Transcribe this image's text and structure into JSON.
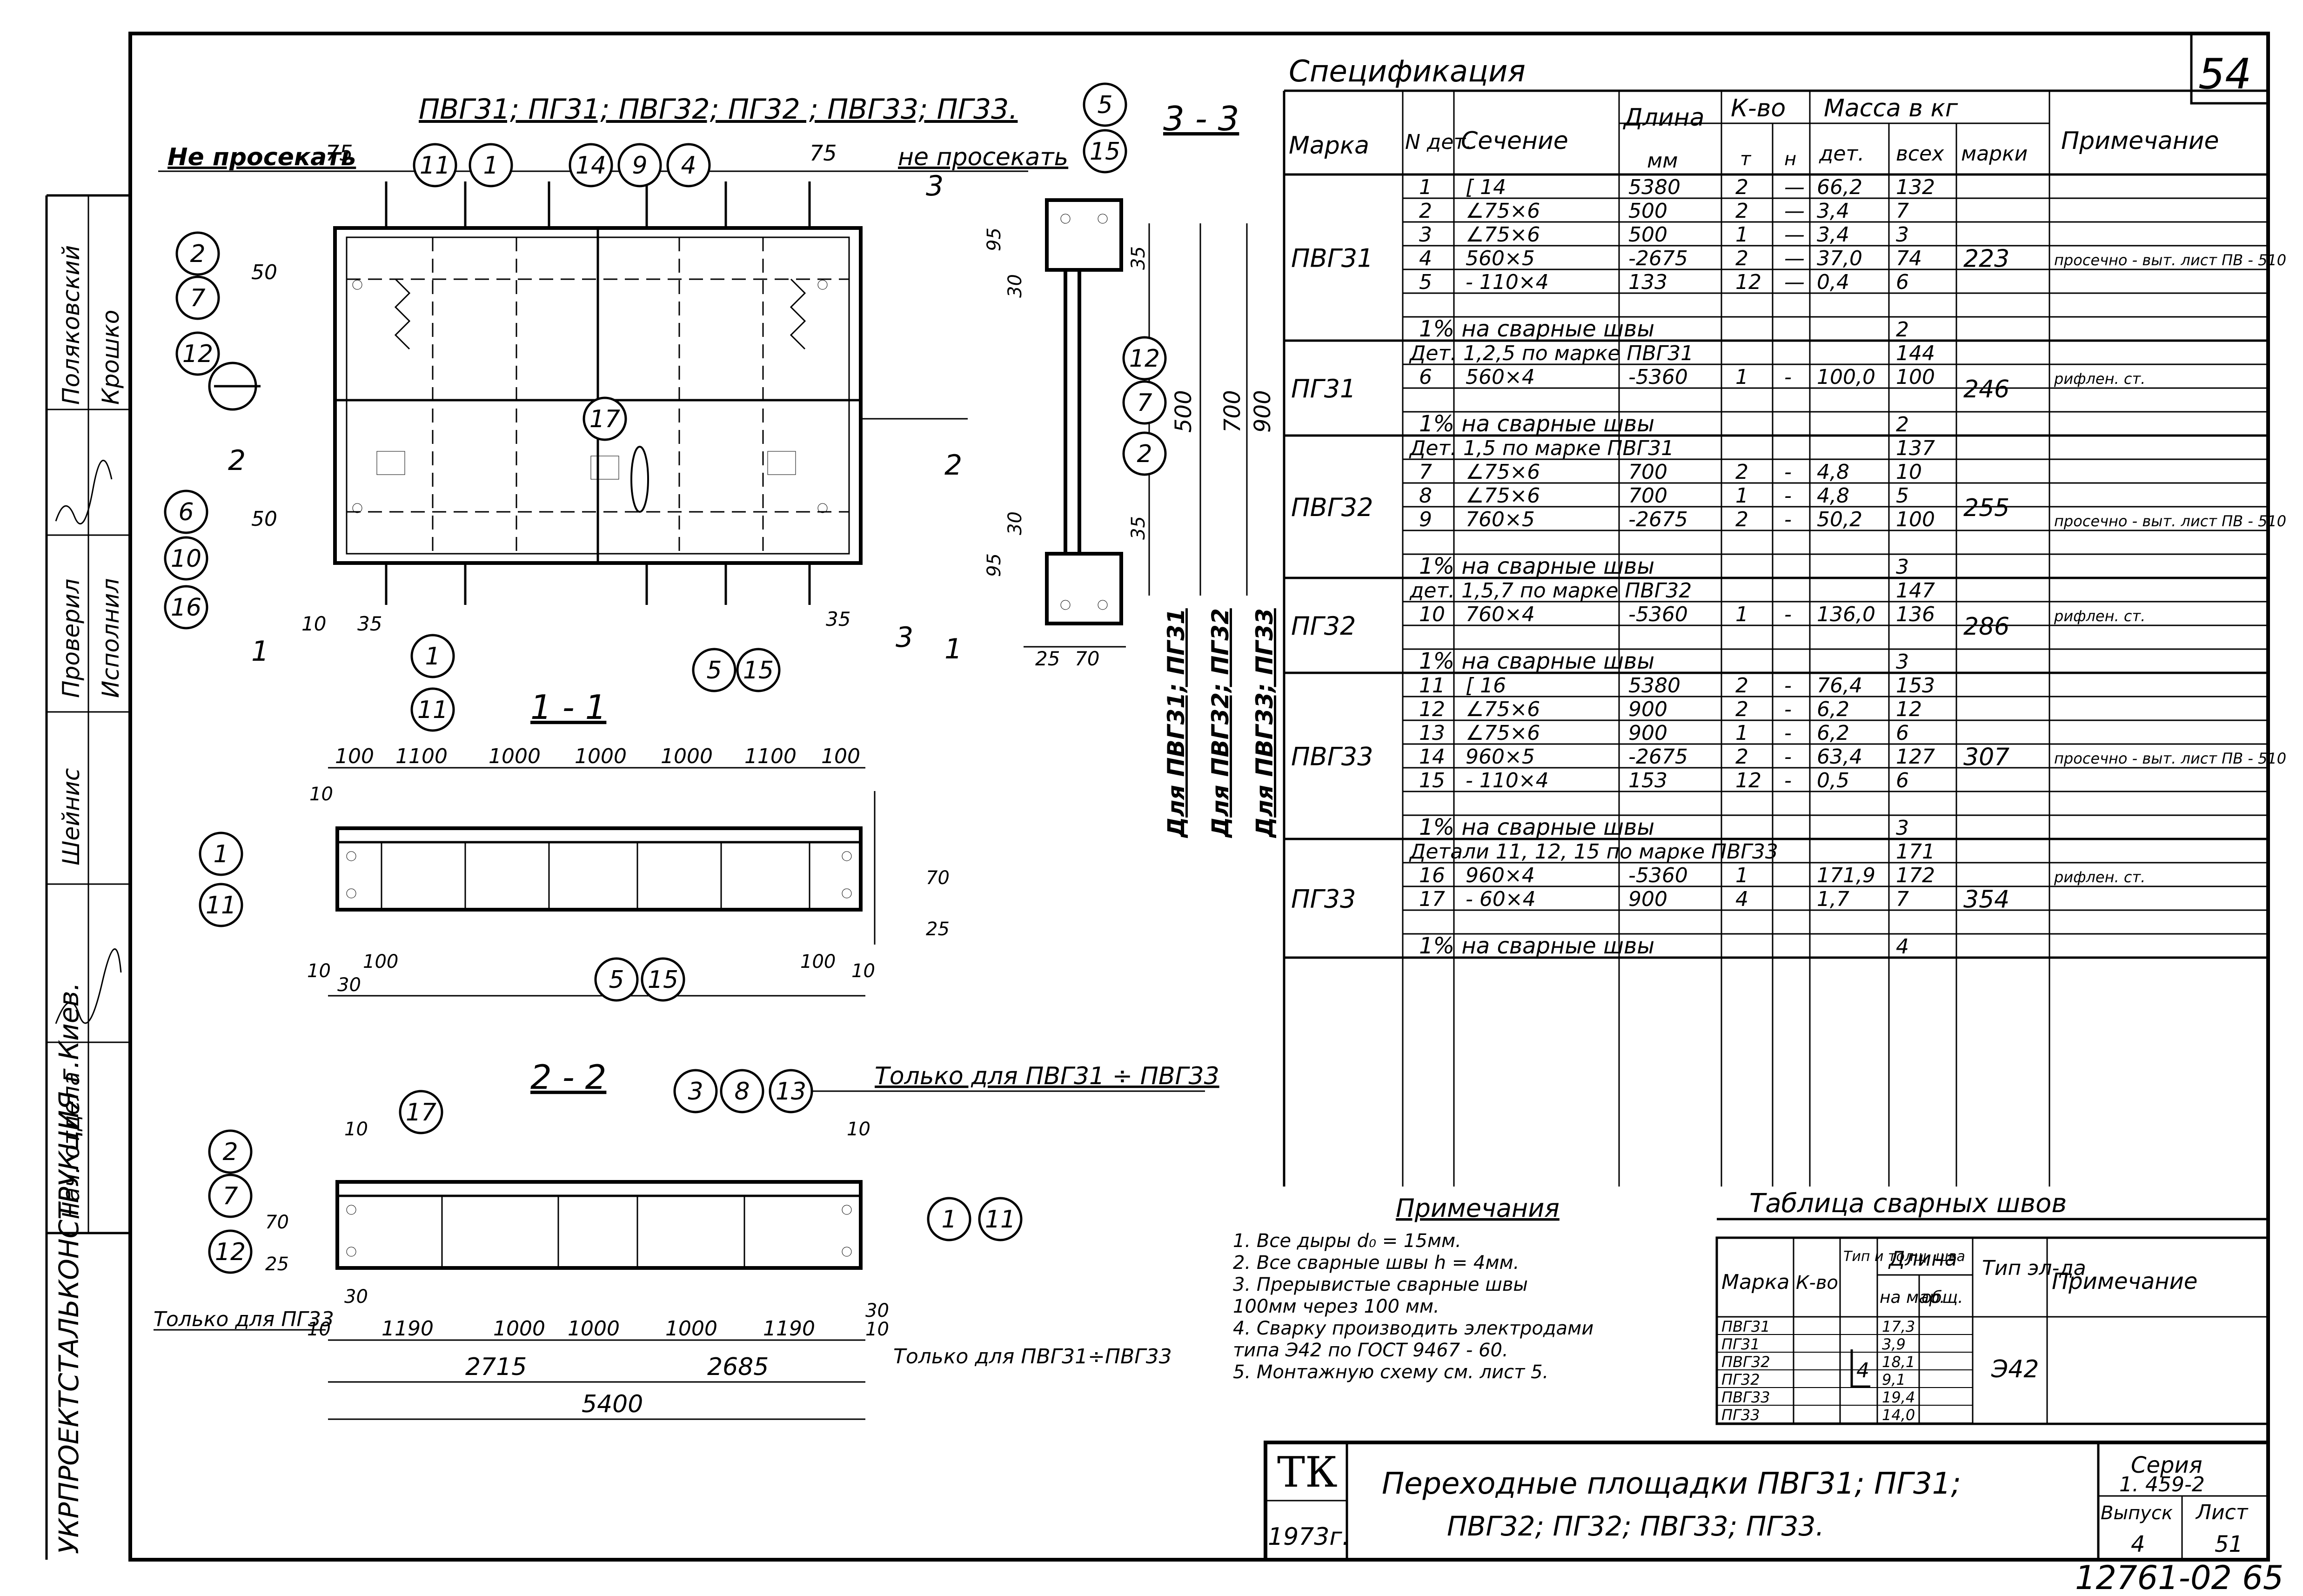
{
  "sheet_no": "54",
  "drawing": {
    "plan_title": "ПВГ31; ПГ31; ПВГ32; ПГ32 ; ПВГ33; ПГ33.",
    "no_cut_left": "Не просекать",
    "no_cut_right": "не просекать",
    "section_11": "1 - 1",
    "section_22": "2 - 2",
    "section_33": "3 - 3",
    "only_pvg_note": "Только для ПВГ31 ÷ ПВГ33",
    "only_pg33_note": "Только для ПГ33",
    "only_pvg_bottom": "Только для ПВГ31÷ПВГ33",
    "vertical_dim_labels": [
      "Для ПВГ31; ПГ31",
      "Для ПВГ32; ПГ32",
      "Для ПВГ33; ПГ33"
    ],
    "callouts": [
      "1",
      "2",
      "3",
      "4",
      "5",
      "6",
      "7",
      "8",
      "9",
      "10",
      "11",
      "12",
      "13",
      "14",
      "15",
      "16",
      "17"
    ],
    "dims_plan": [
      "75",
      "75",
      "50",
      "50",
      "10",
      "35",
      "35",
      "2",
      "2",
      "3",
      "3",
      "1",
      "1"
    ],
    "dims_11_top": [
      "100",
      "1100",
      "1000",
      "1000",
      "1000",
      "1100",
      "100"
    ],
    "dims_11_other": [
      "10",
      "10",
      "30",
      "100",
      "100",
      "70",
      "25",
      "10"
    ],
    "dims_22": [
      "10",
      "1190",
      "1000",
      "1000",
      "1000",
      "1190",
      "30",
      "2715",
      "2685",
      "5400",
      "10",
      "10",
      "30",
      "70",
      "25",
      "10"
    ],
    "dims_33": [
      "95",
      "30",
      "35",
      "500",
      "700",
      "900",
      "30",
      "35",
      "95",
      "25",
      "70"
    ]
  },
  "spec": {
    "title": "Спецификация",
    "headers": {
      "mark": "Марка",
      "det": "N дет.",
      "section": "Сечение",
      "length": "Длина",
      "length_unit": "мм",
      "qty": "К-во",
      "qty_t": "т",
      "qty_n": "н",
      "mass": "Масса в кг",
      "mass_det": "дет.",
      "mass_all": "всех",
      "mass_mark": "марки",
      "note": "Примечание"
    },
    "groups": [
      {
        "mark": "ПВГ31",
        "mass_mark": "223",
        "rows": [
          {
            "det": "1",
            "section": "[ 14",
            "length": "5380",
            "t": "2",
            "n": "—",
            "m_det": "66,2",
            "m_all": "132",
            "note": ""
          },
          {
            "det": "2",
            "section": "∠75×6",
            "length": "500",
            "t": "2",
            "n": "—",
            "m_det": "3,4",
            "m_all": "7",
            "note": ""
          },
          {
            "det": "3",
            "section": "∠75×6",
            "length": "500",
            "t": "1",
            "n": "—",
            "m_det": "3,4",
            "m_all": "3",
            "note": ""
          },
          {
            "det": "4",
            "section": "560×5",
            "length": "-2675",
            "t": "2",
            "n": "—",
            "m_det": "37,0",
            "m_all": "74",
            "note": "просечно - выт. лист ПВ - 510"
          },
          {
            "det": "5",
            "section": "- 110×4",
            "length": "133",
            "t": "12",
            "n": "—",
            "m_det": "0,4",
            "m_all": "6",
            "note": ""
          }
        ],
        "weld": "1% на сварные швы",
        "weld_mass": "2"
      },
      {
        "mark": "ПГ31",
        "mass_mark": "246",
        "ref": "Дет. 1,2,5 по марке ПВГ31",
        "ref_mass": "144",
        "rows": [
          {
            "det": "6",
            "section": "560×4",
            "length": "-5360",
            "t": "1",
            "n": "-",
            "m_det": "100,0",
            "m_all": "100",
            "note": "рифлен. ст."
          }
        ],
        "weld": "1% на сварные швы",
        "weld_mass": "2"
      },
      {
        "mark": "ПВГ32",
        "mass_mark": "255",
        "ref": "Дет. 1,5 по марке ПВГ31",
        "ref_mass": "137",
        "rows": [
          {
            "det": "7",
            "section": "∠75×6",
            "length": "700",
            "t": "2",
            "n": "-",
            "m_det": "4,8",
            "m_all": "10",
            "note": ""
          },
          {
            "det": "8",
            "section": "∠75×6",
            "length": "700",
            "t": "1",
            "n": "-",
            "m_det": "4,8",
            "m_all": "5",
            "note": ""
          },
          {
            "det": "9",
            "section": "760×5",
            "length": "-2675",
            "t": "2",
            "n": "-",
            "m_det": "50,2",
            "m_all": "100",
            "note": "просечно - выт. лист ПВ - 510"
          }
        ],
        "weld": "1% на сварные швы",
        "weld_mass": "3"
      },
      {
        "mark": "ПГ32",
        "mass_mark": "286",
        "ref": "дет. 1,5,7 по марке ПВГ32",
        "ref_mass": "147",
        "rows": [
          {
            "det": "10",
            "section": "760×4",
            "length": "-5360",
            "t": "1",
            "n": "-",
            "m_det": "136,0",
            "m_all": "136",
            "note": "рифлен. ст."
          }
        ],
        "weld": "1% на сварные швы",
        "weld_mass": "3"
      },
      {
        "mark": "ПВГ33",
        "mass_mark": "307",
        "rows": [
          {
            "det": "11",
            "section": "[ 16",
            "length": "5380",
            "t": "2",
            "n": "-",
            "m_det": "76,4",
            "m_all": "153",
            "note": ""
          },
          {
            "det": "12",
            "section": "∠75×6",
            "length": "900",
            "t": "2",
            "n": "-",
            "m_det": "6,2",
            "m_all": "12",
            "note": ""
          },
          {
            "det": "13",
            "section": "∠75×6",
            "length": "900",
            "t": "1",
            "n": "-",
            "m_det": "6,2",
            "m_all": "6",
            "note": ""
          },
          {
            "det": "14",
            "section": "960×5",
            "length": "-2675",
            "t": "2",
            "n": "-",
            "m_det": "63,4",
            "m_all": "127",
            "note": "просечно - выт. лист ПВ - 510"
          },
          {
            "det": "15",
            "section": "- 110×4",
            "length": "153",
            "t": "12",
            "n": "-",
            "m_det": "0,5",
            "m_all": "6",
            "note": ""
          }
        ],
        "weld": "1% на сварные швы",
        "weld_mass": "3"
      },
      {
        "mark": "ПГ33",
        "mass_mark": "354",
        "ref": "Детали 11, 12, 15 по марке ПВГ33",
        "ref_mass": "171",
        "rows": [
          {
            "det": "16",
            "section": "960×4",
            "length": "-5360",
            "t": "1",
            "n": "",
            "m_det": "171,9",
            "m_all": "172",
            "note": "рифлен. ст."
          },
          {
            "det": "17",
            "section": "- 60×4",
            "length": "900",
            "t": "4",
            "n": "",
            "m_det": "1,7",
            "m_all": "7",
            "note": ""
          }
        ],
        "weld": "1% на сварные швы",
        "weld_mass": "4"
      }
    ]
  },
  "notes": {
    "title": "Примечания",
    "items": [
      "1. Все дыры d₀ = 15мм.",
      "2. Все сварные швы h = 4мм.",
      "3. Прерывистые сварные швы",
      "100мм через 100 мм.",
      "4. Сварку производить электродами",
      "типа Э42 по ГОСТ 9467 - 60.",
      "5. Монтажную схему см. лист 5."
    ]
  },
  "welds": {
    "title": "Таблица сварных швов",
    "headers": {
      "mark": "Марка",
      "qty": "К-во",
      "type": "Тип и толщ. шва",
      "length": "Длина",
      "len_per": "на мар.",
      "len_total": "общ.",
      "electrode": "Тип эл-да",
      "note": "Примечание"
    },
    "marks": [
      "ПВГ31",
      "ПГ31",
      "ПВГ32",
      "ПГ32",
      "ПВГ33",
      "ПГ33"
    ],
    "lengths": [
      "17,3",
      "3,9",
      "18,1",
      "9,1",
      "19,4",
      "14,0"
    ],
    "weld_type": "4",
    "electrode": "Э42"
  },
  "left_strip": {
    "org": "УКРПРОЕКТСТАЛЬКОНСТРУКЦИЯ г.Киев.",
    "roles": [
      "Нач. отдела",
      "Проверил",
      "Исполнил"
    ],
    "names": [
      "Шейнис",
      "Поляковский",
      "Крошко"
    ]
  },
  "title_block": {
    "tk": "ТК",
    "year": "1973г.",
    "title_line1": "Переходные площадки ПВГ31; ПГ31;",
    "title_line2": "ПВГ32; ПГ32; ПВГ33; ПГ33.",
    "series_label": "Серия",
    "series": "1. 459-2",
    "issue_label": "Выпуск",
    "issue": "4",
    "sheet_label": "Лист",
    "sheet": "51"
  },
  "archive_no": "12761-02 65"
}
